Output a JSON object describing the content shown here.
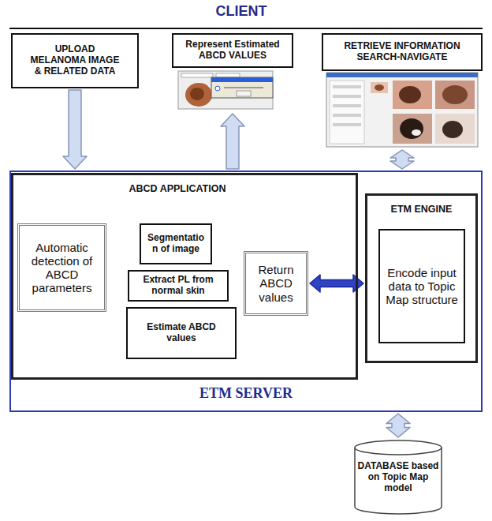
{
  "diagram": {
    "title": "CLIENT",
    "nodes": [
      {
        "text": [
          "UPLOAD MELANOMA IMAGE & RELATED DATA"
        ]
      },
      {
        "text": [
          "Represent Estimated ABCD VALUES"
        ]
      },
      {
        "text": [
          "RETRIEVE INFORMATION SEARCH-NAVIGATE"
        ]
      },
      {
        "text": [
          "ETM SERVER"
        ]
      },
      {
        "text": [
          "ABCD APPLICATION"
        ],
        "in": 3
      },
      {
        "text": [
          "Automatic detection of ABCD parameters"
        ],
        "in": 4
      },
      {
        "text": [
          "Segmentatio n of image"
        ],
        "in": 4
      },
      {
        "text": [
          "Extract PL from normal skin"
        ],
        "in": 4
      },
      {
        "text": [
          "Estimate ABCD values"
        ],
        "in": 4
      },
      {
        "text": [
          "Return ABCD values"
        ],
        "in": 4
      },
      {
        "text": [
          "ETM ENGINE"
        ],
        "in": 3
      },
      {
        "text": [
          "Encode input data to Topic Map structure"
        ],
        "in": 10
      },
      {
        "text": [
          "DATABASE based on Topic Map model"
        ]
      }
    ],
    "edges": [
      {
        "from": 0,
        "to": 3,
        "arrow": "to"
      },
      {
        "from": 3,
        "to": 1,
        "arrow": "to"
      },
      {
        "from": 2,
        "to": 3,
        "arrow": "both"
      },
      {
        "from": 9,
        "to": 10,
        "arrow": "both"
      },
      {
        "from": 3,
        "to": 12,
        "arrow": "both"
      }
    ]
  }
}
